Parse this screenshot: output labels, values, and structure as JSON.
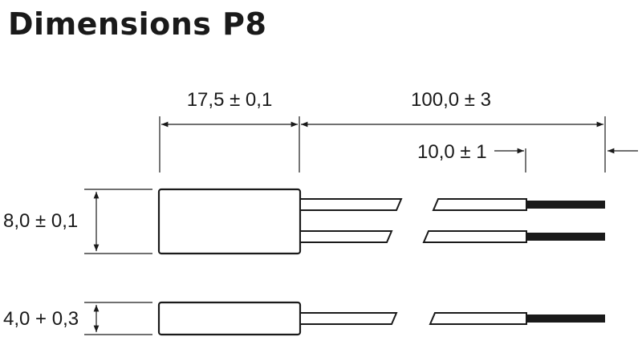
{
  "title": "Dimensions P8",
  "dimensions": {
    "body_length": "17,5 ± 0,1",
    "lead_length": "100,0 ± 3",
    "strip_length": "10,0 ± 1",
    "body_height": "8,0 ± 0,1",
    "body_thickness": "4,0 + 0,3"
  }
}
